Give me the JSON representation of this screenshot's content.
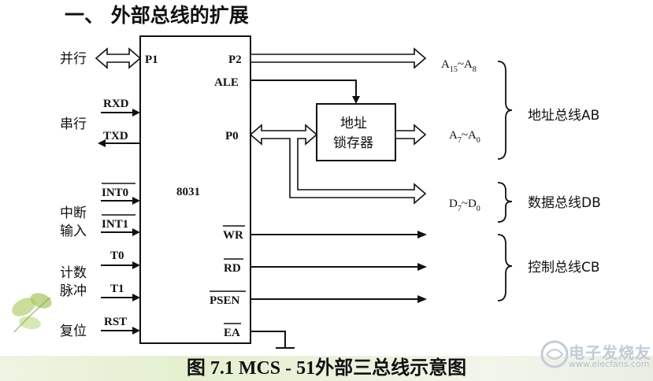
{
  "title": "一、 外部总线的扩展",
  "chip": {
    "p1": "P1",
    "p2": "P2",
    "ale": "ALE",
    "p0": "P0",
    "rxd": "RXD",
    "txd": "TXD",
    "int0": "INT0",
    "int1": "INT1",
    "t0": "T0",
    "t1": "T1",
    "rst": "RST",
    "wr": "WR",
    "rd": "RD",
    "psen": "PSEN",
    "ea": "EA",
    "name": "8031"
  },
  "left_groups": {
    "parallel": "并行",
    "serial": "串行",
    "interrupt_1": "中断",
    "interrupt_2": "输入",
    "counter_1": "计数",
    "counter_2": "脉冲",
    "reset": "复位"
  },
  "latch": {
    "line1": "地址",
    "line2": "锁存器"
  },
  "buses": {
    "a_high": {
      "base": "A",
      "sub1": "15",
      "sep": "~A",
      "sub2": "8"
    },
    "a_low": {
      "base": "A",
      "sub1": "7",
      "sep": "~A",
      "sub2": "0"
    },
    "data": {
      "base": "D",
      "sub1": "7",
      "sep": "~D",
      "sub2": "0"
    },
    "address_bus": "地址总线AB",
    "data_bus": "数据总线DB",
    "control_bus": "控制总线CB"
  },
  "caption": "图 7.1 MCS - 51外部三总线示意图",
  "watermark": {
    "text": "电子发烧友",
    "url": "www.elecfans.com"
  }
}
